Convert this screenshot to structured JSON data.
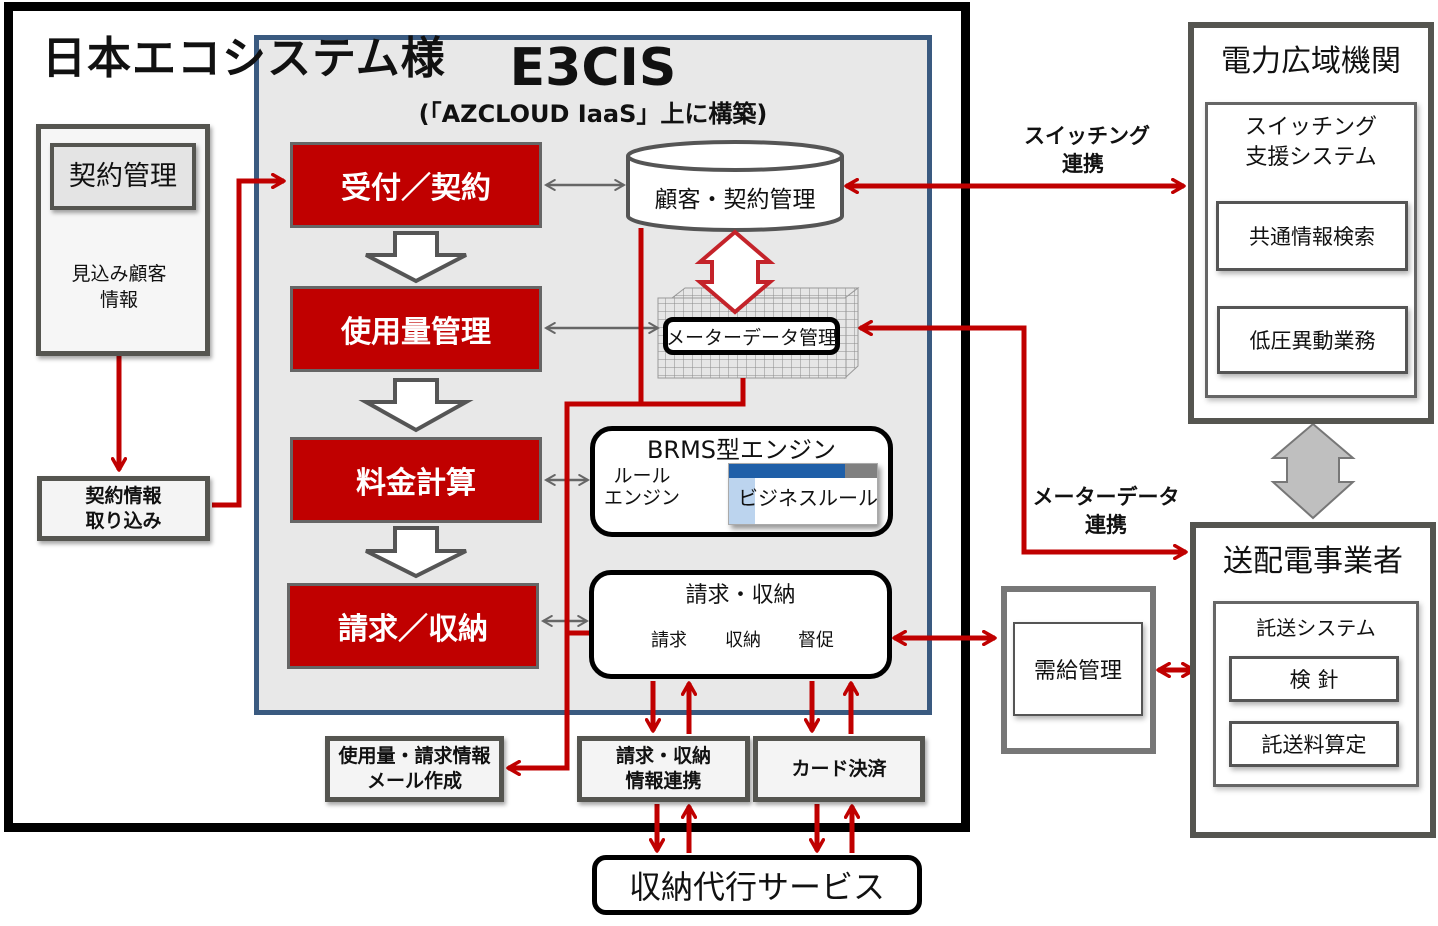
{
  "company": {
    "title": "日本エコシステム様"
  },
  "e3cis": {
    "title": "E3CIS",
    "subtitle": "(「AZCLOUD IaaS」上に構築)",
    "processes": [
      {
        "label": "受付／契約"
      },
      {
        "label": "使用量管理"
      },
      {
        "label": "料金計算"
      },
      {
        "label": "請求／収納"
      }
    ],
    "customer_db": {
      "label": "顧客・契約管理"
    },
    "meter_data": {
      "label": "メーターデータ管理"
    },
    "brms": {
      "title": "BRMS型エンジン",
      "rule_engine_line1": "ルール",
      "rule_engine_line2": "エンジン",
      "business_rule": "ビジネスルール"
    },
    "billing": {
      "title": "請求・収納",
      "dbs": [
        {
          "label": "請求"
        },
        {
          "label": "収納"
        },
        {
          "label": "督促"
        }
      ]
    }
  },
  "left_panel": {
    "contract_mgmt": "契約管理",
    "prospect_db_line1": "見込み顧客",
    "prospect_db_line2": "情報",
    "import_line1": "契約情報",
    "import_line2": "取り込み"
  },
  "bottom": {
    "mail_line1": "使用量・請求情報",
    "mail_line2": "メール作成",
    "billing_link_line1": "請求・収納",
    "billing_link_line2": "情報連携",
    "card": "カード決済",
    "agency": "収納代行サービス"
  },
  "occto": {
    "title": "電力広域機関",
    "system_line1": "スイッチング",
    "system_line2": "支援システム",
    "items": [
      "共通情報検索",
      "低圧異動業務"
    ]
  },
  "tso": {
    "title": "送配電事業者",
    "system": "託送システム",
    "items": [
      "検 針",
      "託送料算定"
    ]
  },
  "supply_demand": {
    "label": "需給管理"
  },
  "links": {
    "switching_line1": "スイッチング",
    "switching_line2": "連携",
    "meter_line1": "メーターデータ",
    "meter_line2": "連携"
  },
  "colors": {
    "accent_red": "#c00000",
    "panel_blue": "#3a5a80",
    "panel_gray": "#e8e8e8",
    "border_gray": "#555550"
  }
}
